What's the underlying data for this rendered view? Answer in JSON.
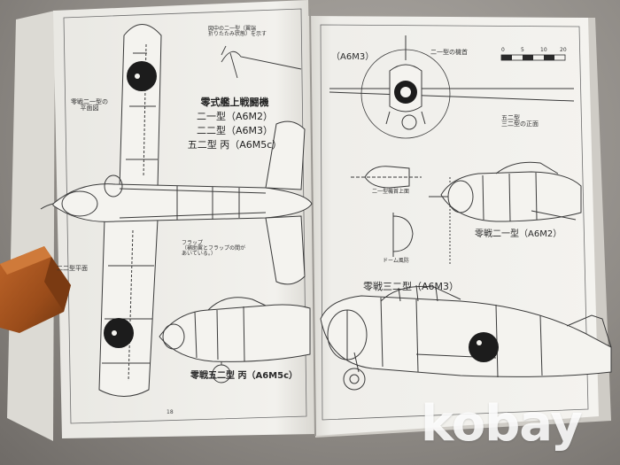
{
  "left_page": {
    "title_lines": [
      "零式艦上戦闘機",
      "二一型（A6M2）",
      "二二型（A6M3）",
      "五二型 丙（A6M5c）"
    ],
    "plan_view_label": "零戦二一型の\n平面図",
    "note_top": "図中の二一型（翼端\n折りたたみ状態）を示す",
    "note_flap": "フラップ\n（補助翼とフラップの間が\nあいている。）",
    "side_label": "零戦五二型 丙（A6M5c）",
    "partial_label": "二二型平面",
    "page_number": "18"
  },
  "right_page": {
    "front_tag": "（A6M3）",
    "front_view_title": "二一型の機首",
    "scale_numbers": [
      "0",
      "5",
      "10",
      "20"
    ],
    "side_21_note": "五二型\n三二型の正面",
    "mini_label_1": "二一型機首上面",
    "mini_label_2": "ドーム風防",
    "side_21_label": "零戦二一型（A6M2）",
    "side_32_label": "零戦三二型（A6M3）"
  },
  "watermark": "kobay",
  "colors": {
    "paper": "#f3f2ee",
    "ink": "#3a3a3a",
    "block": "#a8561f",
    "hinomaru": "#1c1c1c"
  }
}
